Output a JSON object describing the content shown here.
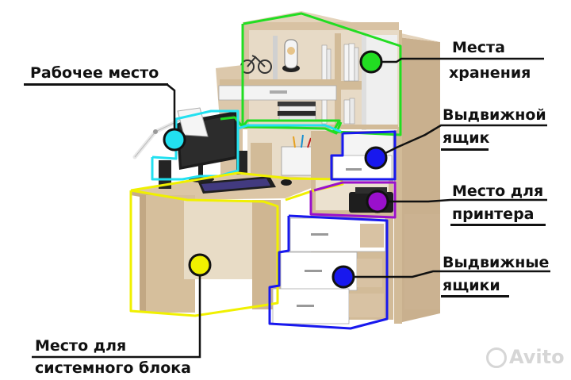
{
  "labels": {
    "storage": [
      "Места",
      "хранения"
    ],
    "workplace": "Рабочее место",
    "drawer_single": [
      "Выдвижной",
      "ящик"
    ],
    "printer": [
      "Место для",
      "принтера"
    ],
    "drawers_multi": [
      "Выдвижные",
      "ящики"
    ],
    "system_unit": [
      "Место для",
      "системного блока"
    ]
  },
  "watermark": "Avito",
  "colors": {
    "wood": "#d8c2a3",
    "wood_dark": "#bfa582",
    "white_panel": "#f2f2f2",
    "green": "#22dd22",
    "cyan": "#22e0f0",
    "yellow": "#f0f000",
    "blue": "#1818ee",
    "purple": "#9a10cc",
    "marker_outline": "#111111"
  },
  "icons": [
    "lamp-icon",
    "monitor-icon",
    "keyboard-icon",
    "speaker-icon",
    "printer-icon"
  ]
}
